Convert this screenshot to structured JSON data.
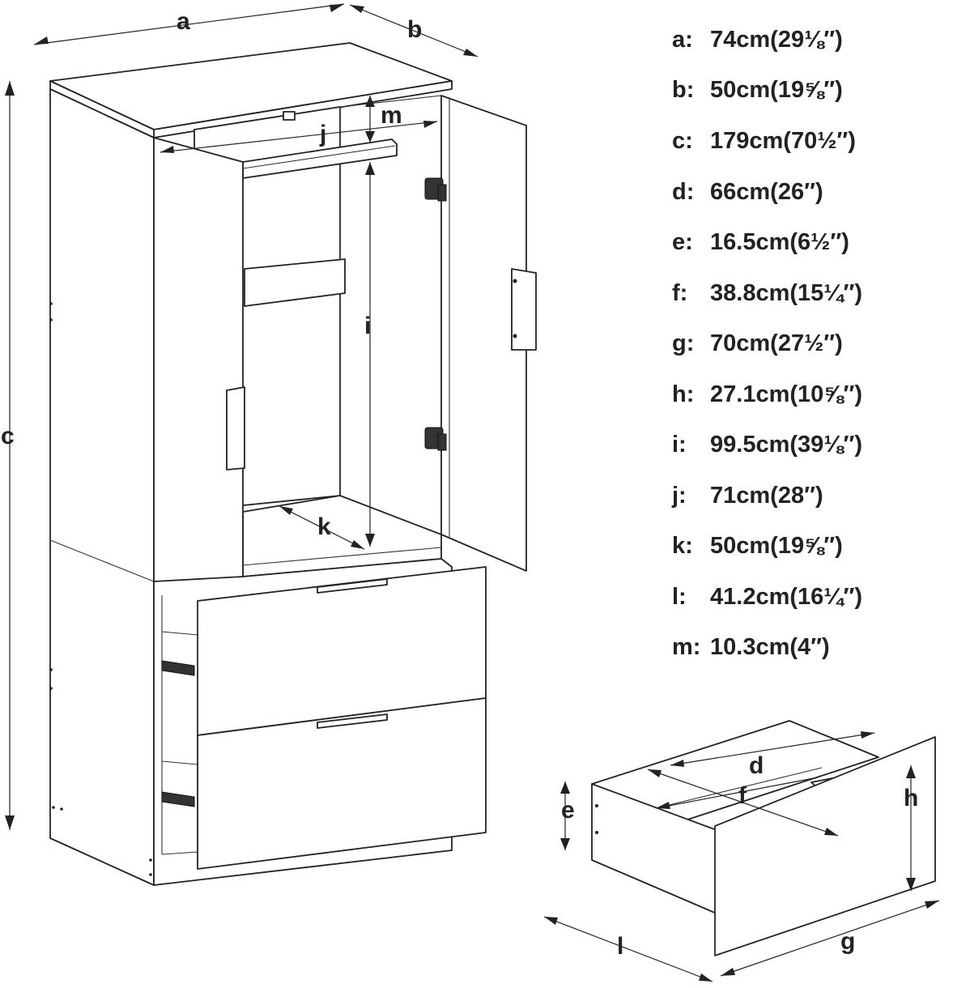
{
  "labels": {
    "a": "a",
    "b": "b",
    "c": "c",
    "d": "d",
    "e": "e",
    "f": "f",
    "g": "g",
    "h": "h",
    "i": "i",
    "j": "j",
    "k": "k",
    "l": "l",
    "m": "m"
  },
  "specs": [
    {
      "label": "a:",
      "value": "74cm(29⅛″)"
    },
    {
      "label": "b:",
      "value": "50cm(19⅝″)"
    },
    {
      "label": "c:",
      "value": "179cm(70½″)"
    },
    {
      "label": "d:",
      "value": "66cm(26″)"
    },
    {
      "label": "e:",
      "value": "16.5cm(6½″)"
    },
    {
      "label": "f:",
      "value": "38.8cm(15¼″)"
    },
    {
      "label": "g:",
      "value": "70cm(27½″)"
    },
    {
      "label": "h:",
      "value": "27.1cm(10⅝″)"
    },
    {
      "label": "i:",
      "value": "99.5cm(39⅛″)"
    },
    {
      "label": "j:",
      "value": "71cm(28″)"
    },
    {
      "label": "k:",
      "value": "50cm(19⅝″)"
    },
    {
      "label": "l:",
      "value": "41.2cm(16¼″)"
    },
    {
      "label": "m:",
      "value": "10.3cm(4″)"
    }
  ]
}
